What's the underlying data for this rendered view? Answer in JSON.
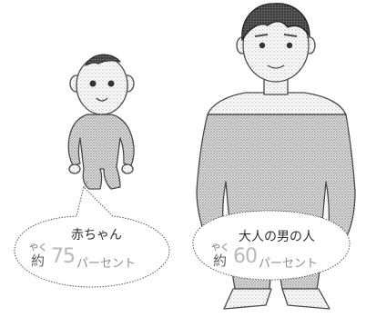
{
  "baby": {
    "label": "赤ちゃん",
    "ruby": "やく",
    "approx": "約",
    "percent": "75",
    "unit": "パーセント"
  },
  "adult": {
    "label": "大人の男の人",
    "ruby": "やく",
    "approx": "約",
    "percent": "60",
    "unit": "パーセント"
  },
  "colors": {
    "outline": "#4a4a4a",
    "stipple_light": "#c8c8c8",
    "stipple_dark": "#9a9a9a",
    "hair": "#3a3a3a"
  }
}
